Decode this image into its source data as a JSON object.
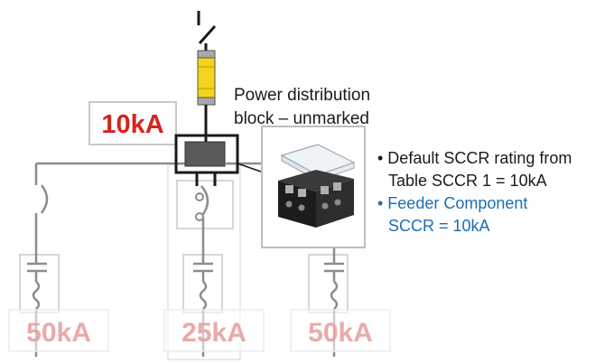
{
  "labels": {
    "main_rating": "10kA",
    "pdb_title_line1": "Power distribution",
    "pdb_title_line2": "block – unmarked",
    "bullet1_line1": "• Default SCCR rating from",
    "bullet1_line2": "Table SCCR 1 = 10kA",
    "bullet2_line1": "• Feeder Component",
    "bullet2_line2": "SCCR = 10kA",
    "branch_left_rating": "50kA",
    "branch_middle_rating": "25kA",
    "branch_right_rating": "50kA"
  },
  "colors": {
    "main_rating_text": "#d7231c",
    "faded_rating_text": "#e8a1a1",
    "feeder_text": "#1a6fb5",
    "fuse_fill": "#f2d51c",
    "wire_dark": "#1a1a1a",
    "wire_gray": "#8c8c8c",
    "faded_box": "#d6d6d6",
    "pdb_block": "#5a5a5a"
  }
}
